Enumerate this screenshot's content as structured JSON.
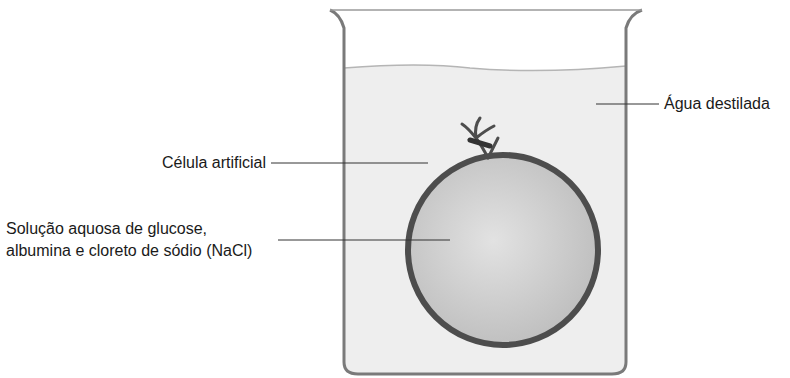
{
  "diagram": {
    "labels": [
      "Célula artificial",
      "Solução aquosa de glucose, albumina e cloreto de sódio (NaCl)",
      "Água destilada"
    ]
  }
}
